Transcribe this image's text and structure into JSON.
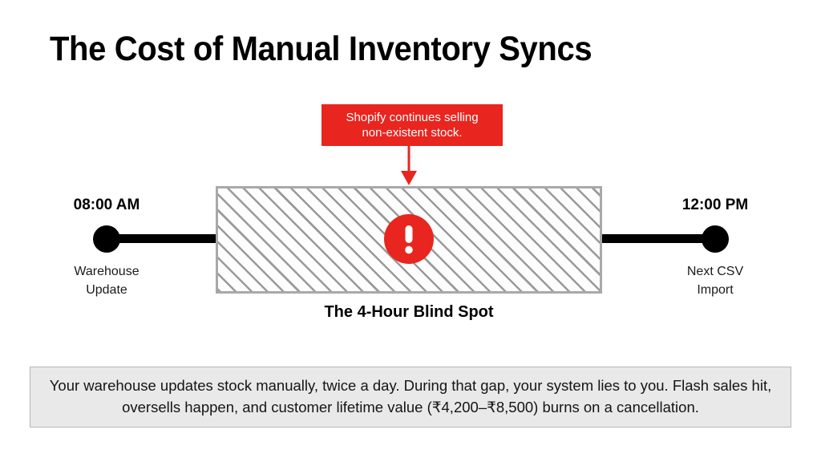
{
  "title": "The Cost of Manual Inventory Syncs",
  "colors": {
    "alert_red": "#E8251E",
    "hatch_gray": "#9A9A9A",
    "border_gray": "#A9A9A9",
    "caption_bg": "#E9E9E9",
    "node_black": "#000000",
    "page_bg": "#FFFFFF"
  },
  "callout": {
    "line1": "Shopify continues selling",
    "line2": "non-existent stock."
  },
  "timeline": {
    "start": {
      "time": "08:00 AM",
      "caption_line1": "Warehouse",
      "caption_line2": "Update"
    },
    "end": {
      "time": "12:00 PM",
      "caption_line1": "Next CSV",
      "caption_line2": "Import"
    },
    "gap_label": "The 4-Hour Blind Spot",
    "warning_symbol": "!"
  },
  "bottom_caption": {
    "line1": "Your warehouse updates stock manually, twice a day. During that gap, your system lies to you. Flash",
    "line2": "sales hit, oversells happen, and customer lifetime value (₹4,200–₹8,500) burns on a cancellation."
  }
}
